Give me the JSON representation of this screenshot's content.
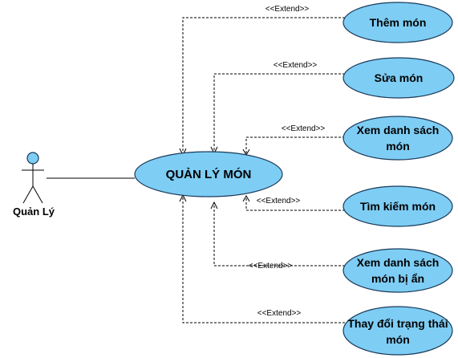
{
  "actor": {
    "name": "Quản Lý"
  },
  "main_use_case": {
    "label": "QUẢN LÝ MÓN"
  },
  "stereotype": "<<Extend>>",
  "use_cases": [
    {
      "id": "them-mon",
      "lines": [
        "Thêm món"
      ]
    },
    {
      "id": "sua-mon",
      "lines": [
        "Sửa món"
      ]
    },
    {
      "id": "xem-danh-sach-mon",
      "lines": [
        "Xem danh sách",
        "món"
      ]
    },
    {
      "id": "tim-kiem-mon",
      "lines": [
        "Tìm kiếm món"
      ]
    },
    {
      "id": "xem-danh-sach-mon-bi-an",
      "lines": [
        "Xem danh sách",
        "món bị ẩn"
      ]
    },
    {
      "id": "thay-doi-trang-thai-mon",
      "lines": [
        "Thay đổi trạng thái",
        "món"
      ]
    }
  ],
  "colors": {
    "use_case_fill": "#7ecdf4",
    "actor_head_fill": "#7ecdf4"
  }
}
